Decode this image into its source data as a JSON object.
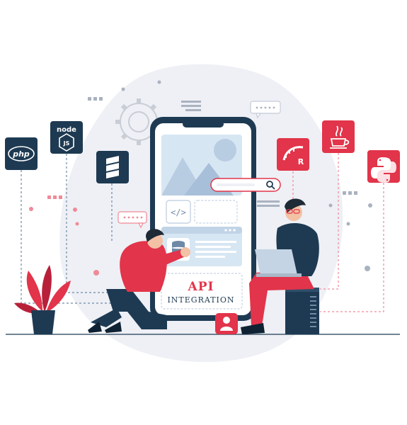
{
  "illustration": {
    "api_title": "API",
    "api_subtitle": "INTEGRATION"
  },
  "tech_tiles": {
    "php": {
      "label": "php",
      "icon": "php-logo-icon"
    },
    "node": {
      "label_top": "node",
      "label_badge": "JS",
      "icon": "nodejs-logo-icon"
    },
    "stack": {
      "icon": "layers-stack-icon"
    },
    "rails": {
      "label": "R",
      "icon": "ruby-on-rails-icon"
    },
    "java": {
      "icon": "java-coffee-cup-icon"
    },
    "python": {
      "icon": "python-logo-icon"
    }
  },
  "colors": {
    "navy": "#1e3a52",
    "red": "#e2344a",
    "blob": "#eef0f5",
    "screen_blue": "#d7e6f3"
  }
}
